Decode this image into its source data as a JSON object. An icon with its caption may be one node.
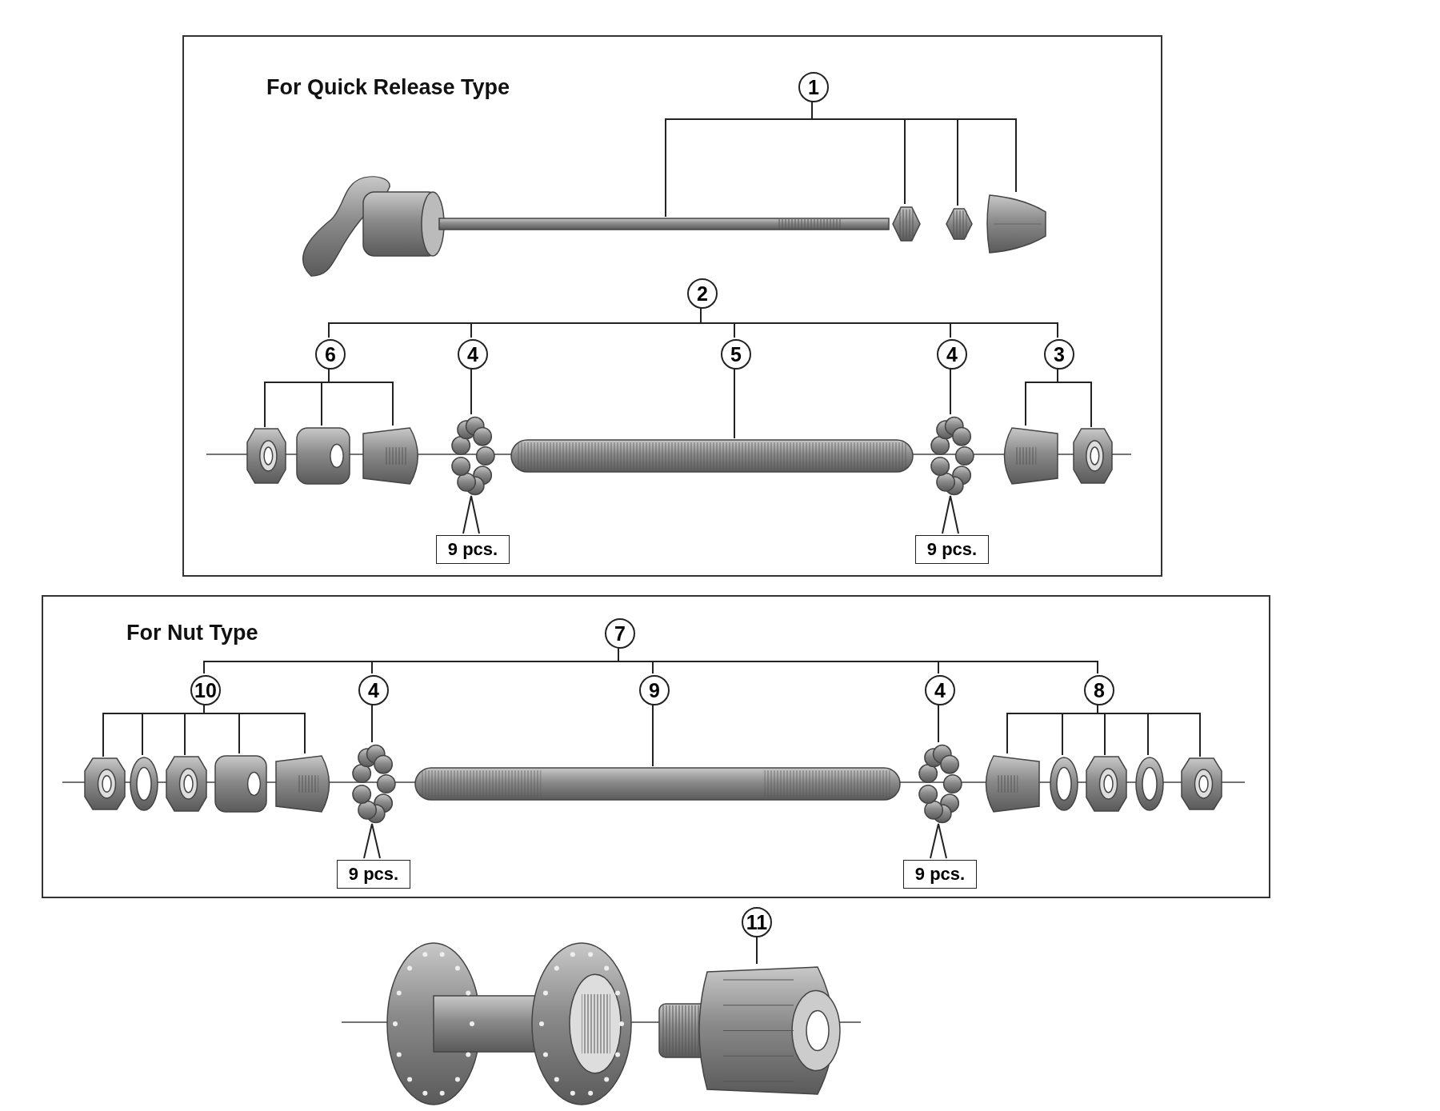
{
  "diagram": {
    "nodes": [
      {
        "text": [
          "For Quick Release Type"
        ]
      },
      {
        "text": [
          "1"
        ],
        "in": 0
      },
      {
        "text": [],
        "shape": "picture",
        "in": 0
      },
      {
        "text": [],
        "shape": "picture",
        "in": 0
      },
      {
        "text": [],
        "shape": "picture",
        "in": 0
      },
      {
        "text": [],
        "shape": "picture",
        "in": 0
      },
      {
        "text": [
          "2"
        ],
        "in": 0
      },
      {
        "text": [
          "6"
        ],
        "in": 0
      },
      {
        "text": [
          "4"
        ],
        "in": 0
      },
      {
        "text": [
          "5"
        ],
        "in": 0
      },
      {
        "text": [
          "4"
        ],
        "in": 0
      },
      {
        "text": [
          "3"
        ],
        "in": 0
      },
      {
        "text": [],
        "shape": "picture",
        "in": 0
      },
      {
        "text": [],
        "shape": "picture",
        "in": 0
      },
      {
        "text": [],
        "shape": "picture",
        "in": 0
      },
      {
        "text": [],
        "shape": "picture",
        "in": 0
      },
      {
        "text": [],
        "shape": "picture",
        "in": 0
      },
      {
        "text": [],
        "shape": "picture",
        "in": 0
      },
      {
        "text": [],
        "shape": "picture",
        "in": 0
      },
      {
        "text": [],
        "shape": "picture",
        "in": 0
      },
      {
        "text": [
          "9 pcs."
        ],
        "in": 0
      },
      {
        "text": [
          "9 pcs."
        ],
        "in": 0
      },
      {
        "text": [
          "For Nut Type"
        ]
      },
      {
        "text": [
          "7"
        ],
        "in": 22
      },
      {
        "text": [
          "10"
        ],
        "in": 22
      },
      {
        "text": [
          "4"
        ],
        "in": 22
      },
      {
        "text": [
          "9"
        ],
        "in": 22
      },
      {
        "text": [
          "4"
        ],
        "in": 22
      },
      {
        "text": [
          "8"
        ],
        "in": 22
      },
      {
        "text": [],
        "shape": "picture",
        "in": 22
      },
      {
        "text": [],
        "shape": "picture",
        "in": 22
      },
      {
        "text": [],
        "shape": "picture",
        "in": 22
      },
      {
        "text": [],
        "shape": "picture",
        "in": 22
      },
      {
        "text": [],
        "shape": "picture",
        "in": 22
      },
      {
        "text": [],
        "shape": "picture",
        "in": 22
      },
      {
        "text": [],
        "shape": "picture",
        "in": 22
      },
      {
        "text": [],
        "shape": "picture",
        "in": 22
      },
      {
        "text": [],
        "shape": "picture",
        "in": 22
      },
      {
        "text": [],
        "shape": "picture",
        "in": 22
      },
      {
        "text": [],
        "shape": "picture",
        "in": 22
      },
      {
        "text": [],
        "shape": "picture",
        "in": 22
      },
      {
        "text": [],
        "shape": "picture",
        "in": 22
      },
      {
        "text": [
          "9 pcs."
        ],
        "in": 22
      },
      {
        "text": [
          "9 pcs."
        ],
        "in": 22
      },
      {
        "text": [
          "11"
        ]
      },
      {
        "text": [],
        "shape": "picture"
      },
      {
        "text": [],
        "shape": "picture"
      }
    ],
    "edges": [
      {
        "from": 1,
        "to": 2,
        "arrow": "none"
      },
      {
        "from": 1,
        "to": 3,
        "arrow": "none"
      },
      {
        "from": 1,
        "to": 4,
        "arrow": "none"
      },
      {
        "from": 1,
        "to": 5,
        "arrow": "none"
      },
      {
        "from": 6,
        "to": 7,
        "arrow": "none"
      },
      {
        "from": 6,
        "to": 8,
        "arrow": "none"
      },
      {
        "from": 6,
        "to": 9,
        "arrow": "none"
      },
      {
        "from": 6,
        "to": 10,
        "arrow": "none"
      },
      {
        "from": 6,
        "to": 11,
        "arrow": "none"
      },
      {
        "from": 7,
        "to": 12,
        "arrow": "none"
      },
      {
        "from": 7,
        "to": 13,
        "arrow": "none"
      },
      {
        "from": 7,
        "to": 14,
        "arrow": "none"
      },
      {
        "from": 8,
        "to": 15,
        "arrow": "none"
      },
      {
        "from": 9,
        "to": 16,
        "arrow": "none"
      },
      {
        "from": 10,
        "to": 17,
        "arrow": "none"
      },
      {
        "from": 11,
        "to": 18,
        "arrow": "none"
      },
      {
        "from": 11,
        "to": 19,
        "arrow": "none"
      },
      {
        "from": 20,
        "to": 15,
        "arrow": "none"
      },
      {
        "from": 21,
        "to": 17,
        "arrow": "none"
      },
      {
        "from": 23,
        "to": 24,
        "arrow": "none"
      },
      {
        "from": 23,
        "to": 25,
        "arrow": "none"
      },
      {
        "from": 23,
        "to": 26,
        "arrow": "none"
      },
      {
        "from": 23,
        "to": 27,
        "arrow": "none"
      },
      {
        "from": 23,
        "to": 28,
        "arrow": "none"
      },
      {
        "from": 24,
        "to": 29,
        "arrow": "none"
      },
      {
        "from": 24,
        "to": 30,
        "arrow": "none"
      },
      {
        "from": 24,
        "to": 31,
        "arrow": "none"
      },
      {
        "from": 24,
        "to": 32,
        "arrow": "none"
      },
      {
        "from": 24,
        "to": 33,
        "arrow": "none"
      },
      {
        "from": 25,
        "to": 34,
        "arrow": "none"
      },
      {
        "from": 26,
        "to": 35,
        "arrow": "none"
      },
      {
        "from": 27,
        "to": 36,
        "arrow": "none"
      },
      {
        "from": 28,
        "to": 37,
        "arrow": "none"
      },
      {
        "from": 28,
        "to": 38,
        "arrow": "none"
      },
      {
        "from": 28,
        "to": 39,
        "arrow": "none"
      },
      {
        "from": 28,
        "to": 40,
        "arrow": "none"
      },
      {
        "from": 28,
        "to": 41,
        "arrow": "none"
      },
      {
        "from": 42,
        "to": 34,
        "arrow": "none"
      },
      {
        "from": 43,
        "to": 36,
        "arrow": "none"
      },
      {
        "from": 44,
        "to": 46,
        "arrow": "none"
      }
    ]
  }
}
